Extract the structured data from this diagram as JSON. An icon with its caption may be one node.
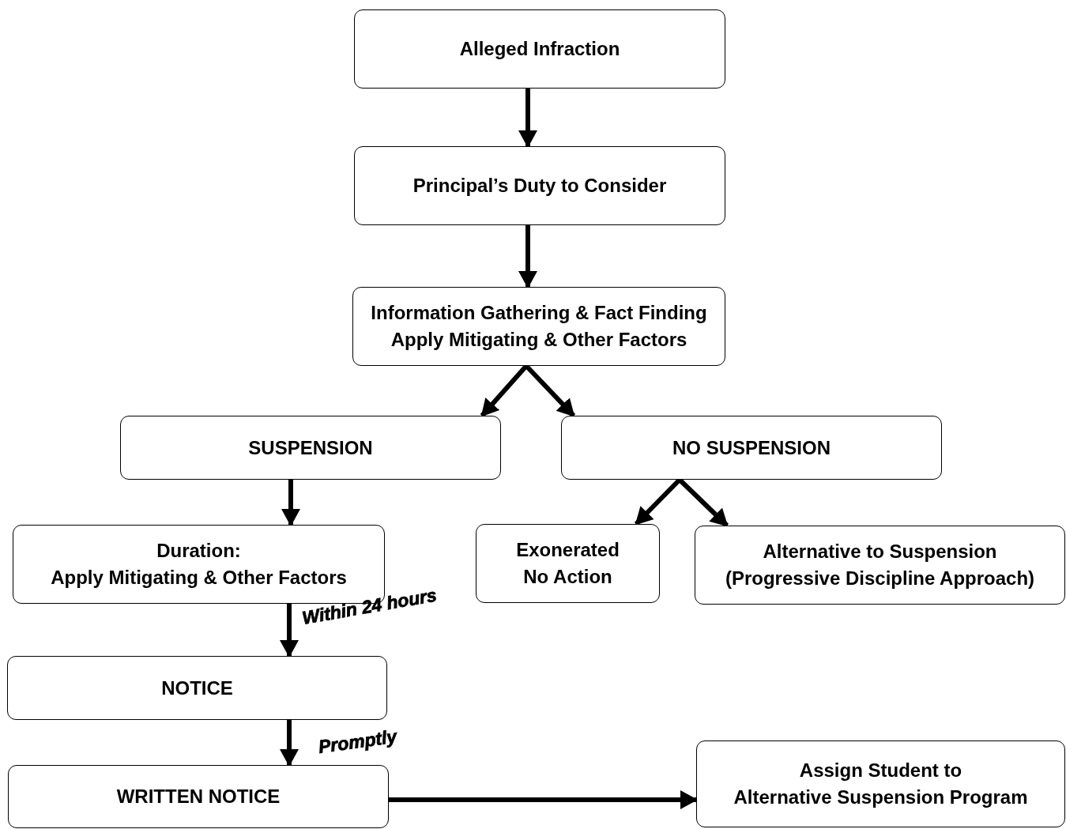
{
  "diagram": {
    "nodes": [
      {
        "text": [
          "Alleged Infraction"
        ]
      },
      {
        "text": [
          "Principal’s Duty to Consider"
        ]
      },
      {
        "text": [
          "Information Gathering & Fact Finding",
          "Apply Mitigating & Other Factors"
        ]
      },
      {
        "text": [
          "SUSPENSION"
        ]
      },
      {
        "text": [
          "NO SUSPENSION"
        ]
      },
      {
        "text": [
          "Duration:",
          "Apply Mitigating & Other Factors"
        ]
      },
      {
        "text": [
          "Exonerated",
          "No Action"
        ]
      },
      {
        "text": [
          "Alternative to Suspension",
          "(Progressive Discipline Approach)"
        ]
      },
      {
        "text": [
          "NOTICE"
        ]
      },
      {
        "text": [
          "WRITTEN NOTICE"
        ]
      },
      {
        "text": [
          "Assign Student to",
          "Alternative Suspension Program"
        ]
      }
    ],
    "edges": [
      {
        "from": 0,
        "to": 1,
        "arrow": "to"
      },
      {
        "from": 1,
        "to": 2,
        "arrow": "to"
      },
      {
        "from": 2,
        "to": 3,
        "arrow": "to"
      },
      {
        "from": 2,
        "to": 4,
        "arrow": "to"
      },
      {
        "from": 3,
        "to": 5,
        "arrow": "to"
      },
      {
        "from": 4,
        "to": 6,
        "arrow": "to"
      },
      {
        "from": 4,
        "to": 7,
        "arrow": "to"
      },
      {
        "from": 5,
        "to": 8,
        "arrow": "to",
        "label": "Within 24 hours"
      },
      {
        "from": 8,
        "to": 9,
        "arrow": "to",
        "label": "Promptly"
      },
      {
        "from": 9,
        "to": 10,
        "arrow": "to"
      }
    ]
  }
}
